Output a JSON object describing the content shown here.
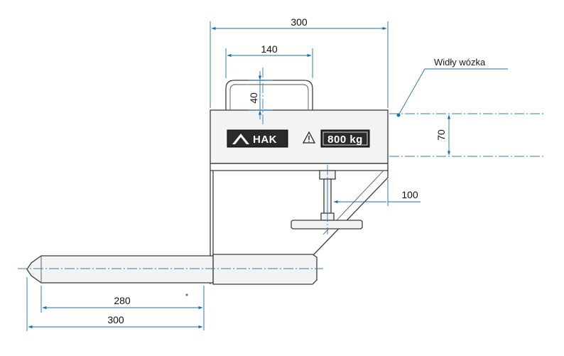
{
  "dimensions": {
    "top_width": "300",
    "handle_width": "140",
    "handle_height": "40",
    "fork_height": "70",
    "offset": "100",
    "tine_length": "280",
    "bottom_width": "300"
  },
  "labels": {
    "fork_label": "Widły wózka",
    "brand": "HAK",
    "capacity": "800 kg"
  },
  "icons": {
    "brand_logo": "triangle-logo-icon",
    "warning": "warning-triangle-icon"
  },
  "colors": {
    "dimension_line": "#1f6fa8",
    "outline": "#3c3c3c",
    "plate": "#2a2a2a"
  }
}
